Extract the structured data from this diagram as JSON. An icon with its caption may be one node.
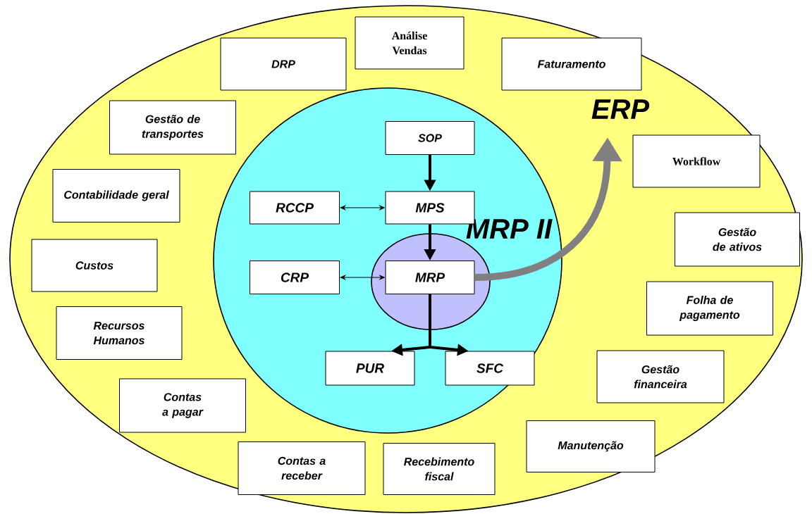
{
  "diagram": {
    "nodes": [
      {
        "text": [
          "ERP"
        ]
      },
      {
        "text": [
          "MRP II"
        ],
        "in": 0
      },
      {
        "text": [
          "SOP"
        ],
        "in": 1
      },
      {
        "text": [
          "RCCP"
        ],
        "in": 1
      },
      {
        "text": [
          "MPS"
        ],
        "in": 1
      },
      {
        "text": [],
        "shape": "circle",
        "in": 1
      },
      {
        "text": [
          "CRP"
        ],
        "in": 1
      },
      {
        "text": [
          "MRP"
        ],
        "in": 5
      },
      {
        "text": [
          "PUR"
        ],
        "in": 1
      },
      {
        "text": [
          "SFC"
        ],
        "in": 1
      },
      {
        "text": [
          "Análise Vendas"
        ],
        "in": 0
      },
      {
        "text": [
          "DRP"
        ],
        "in": 0
      },
      {
        "text": [
          "Faturamento"
        ],
        "in": 0
      },
      {
        "text": [
          "Gestão de transportes"
        ],
        "in": 0
      },
      {
        "text": [
          "Workflow"
        ],
        "in": 0
      },
      {
        "text": [
          "Contabilidade geral"
        ],
        "in": 0
      },
      {
        "text": [
          "Gestão de ativos"
        ],
        "in": 0
      },
      {
        "text": [
          "Custos"
        ],
        "in": 0
      },
      {
        "text": [
          "Folha de pagamento"
        ],
        "in": 0
      },
      {
        "text": [
          "Recursos Humanos"
        ],
        "in": 0
      },
      {
        "text": [
          "Gestão financeira"
        ],
        "in": 0
      },
      {
        "text": [
          "Contas a pagar"
        ],
        "in": 0
      },
      {
        "text": [
          "Manutenção"
        ],
        "in": 0
      },
      {
        "text": [
          "Contas a receber"
        ],
        "in": 0
      },
      {
        "text": [
          "Recebimento fiscal"
        ],
        "in": 0
      }
    ],
    "edges": [
      {
        "from": 2,
        "to": 4,
        "arrow": "to"
      },
      {
        "from": 3,
        "to": 4,
        "arrow": "both"
      },
      {
        "from": 4,
        "to": 7,
        "arrow": "to"
      },
      {
        "from": 6,
        "to": 7,
        "arrow": "both"
      },
      {
        "from": 7,
        "to": 8,
        "arrow": "to"
      },
      {
        "from": 7,
        "to": 9,
        "arrow": "to"
      },
      {
        "from": 7,
        "to": null,
        "arrow": "to",
        "style": "thick",
        "color": "#808080"
      }
    ]
  }
}
